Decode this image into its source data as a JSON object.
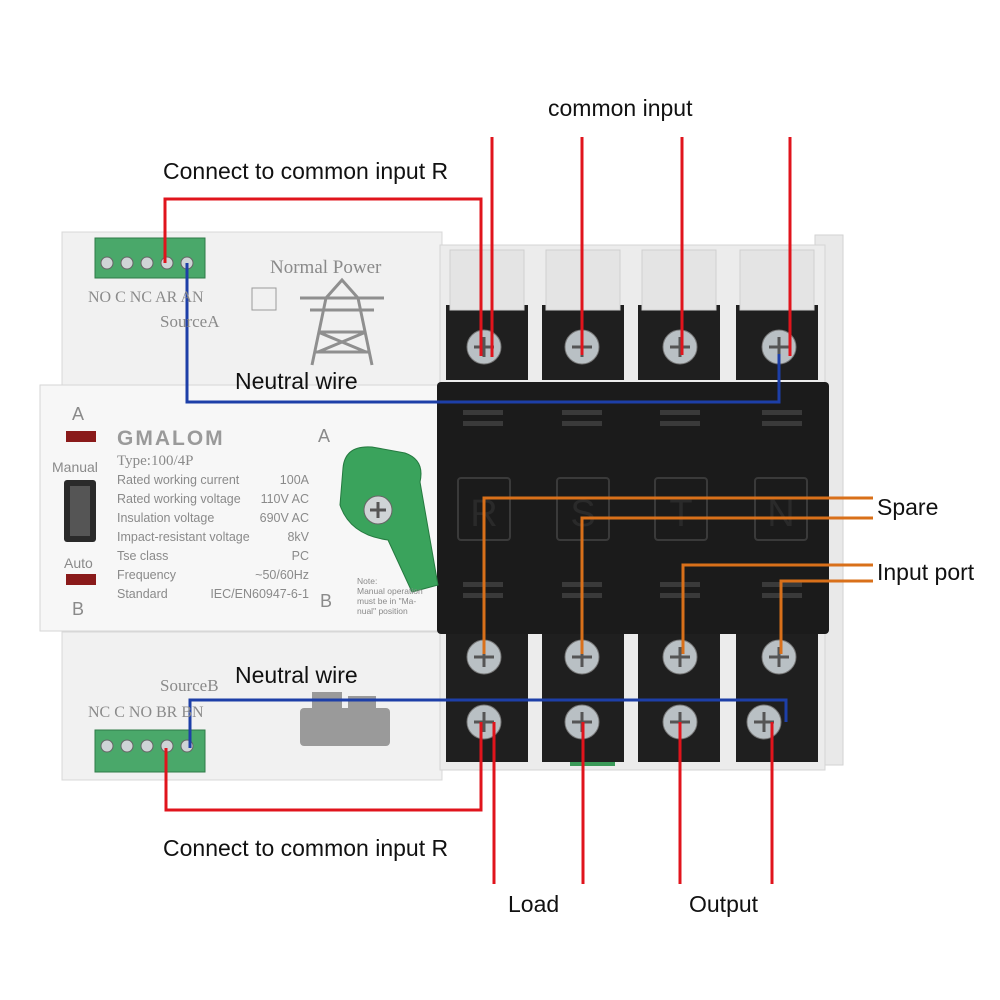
{
  "callouts": {
    "common_input": "common input",
    "connect_top": "Connect to common input R",
    "neutral_top": "Neutral wire",
    "spare": "Spare",
    "input_port": "Input port",
    "neutral_bottom": "Neutral wire",
    "connect_bottom": "Connect to common input R",
    "load": "Load",
    "output": "Output"
  },
  "device": {
    "brand": "GMALOM",
    "type_label": "Type",
    "type_value": ":100/4P",
    "source_a_panel": {
      "title": "Normal Power",
      "source": "SourceA",
      "terminals": "NO C NC AR AN"
    },
    "source_b_panel": {
      "source": "SourceB",
      "terminals": "NC C NO BR BN"
    },
    "indicators": {
      "a": "A",
      "manual": "Manual",
      "auto": "Auto",
      "b": "B"
    },
    "handle_a": "A",
    "handle_b": "B",
    "specs": [
      {
        "label": "Rated working current",
        "value": "100A"
      },
      {
        "label": "Rated working voltage",
        "value": "110V AC"
      },
      {
        "label": "Insulation voltage",
        "value": "690V AC"
      },
      {
        "label": "Impact-resistant voltage",
        "value": "8kV"
      },
      {
        "label": "Tse class",
        "value": "PC"
      },
      {
        "label": "Frequency",
        "value": "~50/60Hz"
      },
      {
        "label": "Standard",
        "value": "IEC/EN60947-6-1"
      }
    ],
    "note": [
      "Note:",
      "Manual operation",
      "must be in \"Ma-",
      "nual\" position"
    ],
    "poles": [
      "R",
      "S",
      "T",
      "N"
    ]
  },
  "colors": {
    "red_wire": "#e0141c",
    "blue_wire": "#1d3fa8",
    "orange_wire": "#d9701a",
    "terminal_green": "#4aa86a",
    "handle_green": "#3aa35c"
  }
}
